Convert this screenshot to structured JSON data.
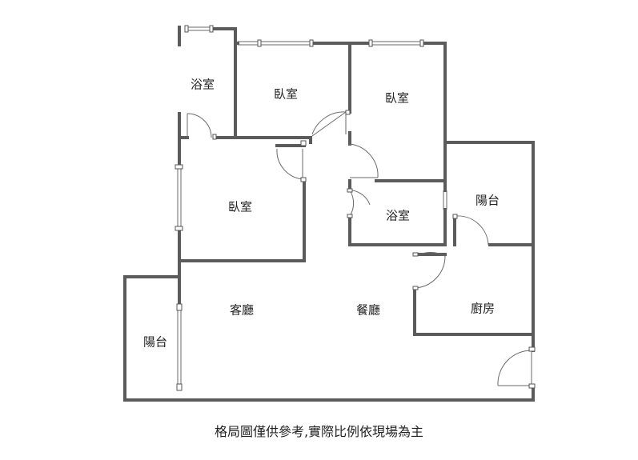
{
  "rooms": {
    "bathroom_top": "浴室",
    "bedroom_top_left": "臥室",
    "bedroom_top_right": "臥室",
    "bedroom_middle": "臥室",
    "bathroom_middle": "浴室",
    "balcony_right": "陽台",
    "living_room": "客廳",
    "dining_room": "餐廳",
    "kitchen": "廚房",
    "balcony_left": "陽台"
  },
  "caption": "格局圖僅供參考,實際比例依現場為主"
}
